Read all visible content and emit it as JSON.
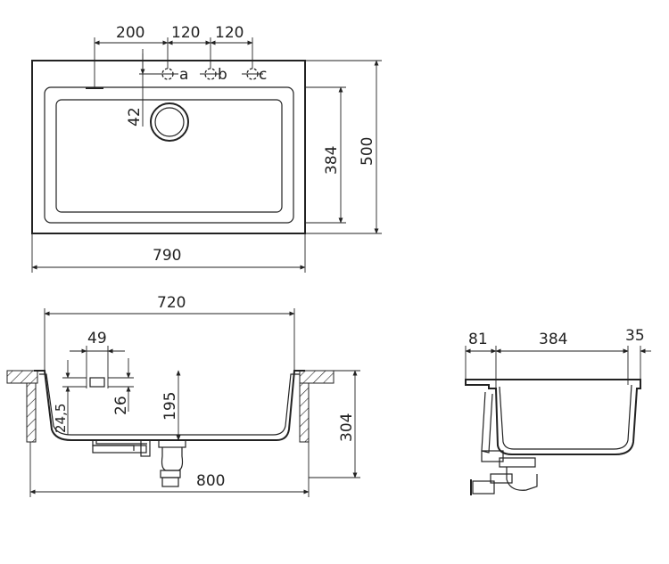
{
  "top_view": {
    "width": "790",
    "depth": "500",
    "bowl_depth": "384",
    "hole_offset": "200",
    "hole_spacing_1": "120",
    "hole_spacing_2": "120",
    "edge_offset": "42",
    "hole_labels": [
      "a",
      "b",
      "c"
    ]
  },
  "front_view": {
    "bowl_width": "720",
    "overflow_width": "49",
    "overflow_height": "26",
    "rim_offset": "24,5",
    "bowl_height": "195",
    "total_height": "304",
    "cabinet_width": "800"
  },
  "side_view": {
    "rear_offset": "81",
    "bowl_depth": "384",
    "front_rim": "35"
  }
}
